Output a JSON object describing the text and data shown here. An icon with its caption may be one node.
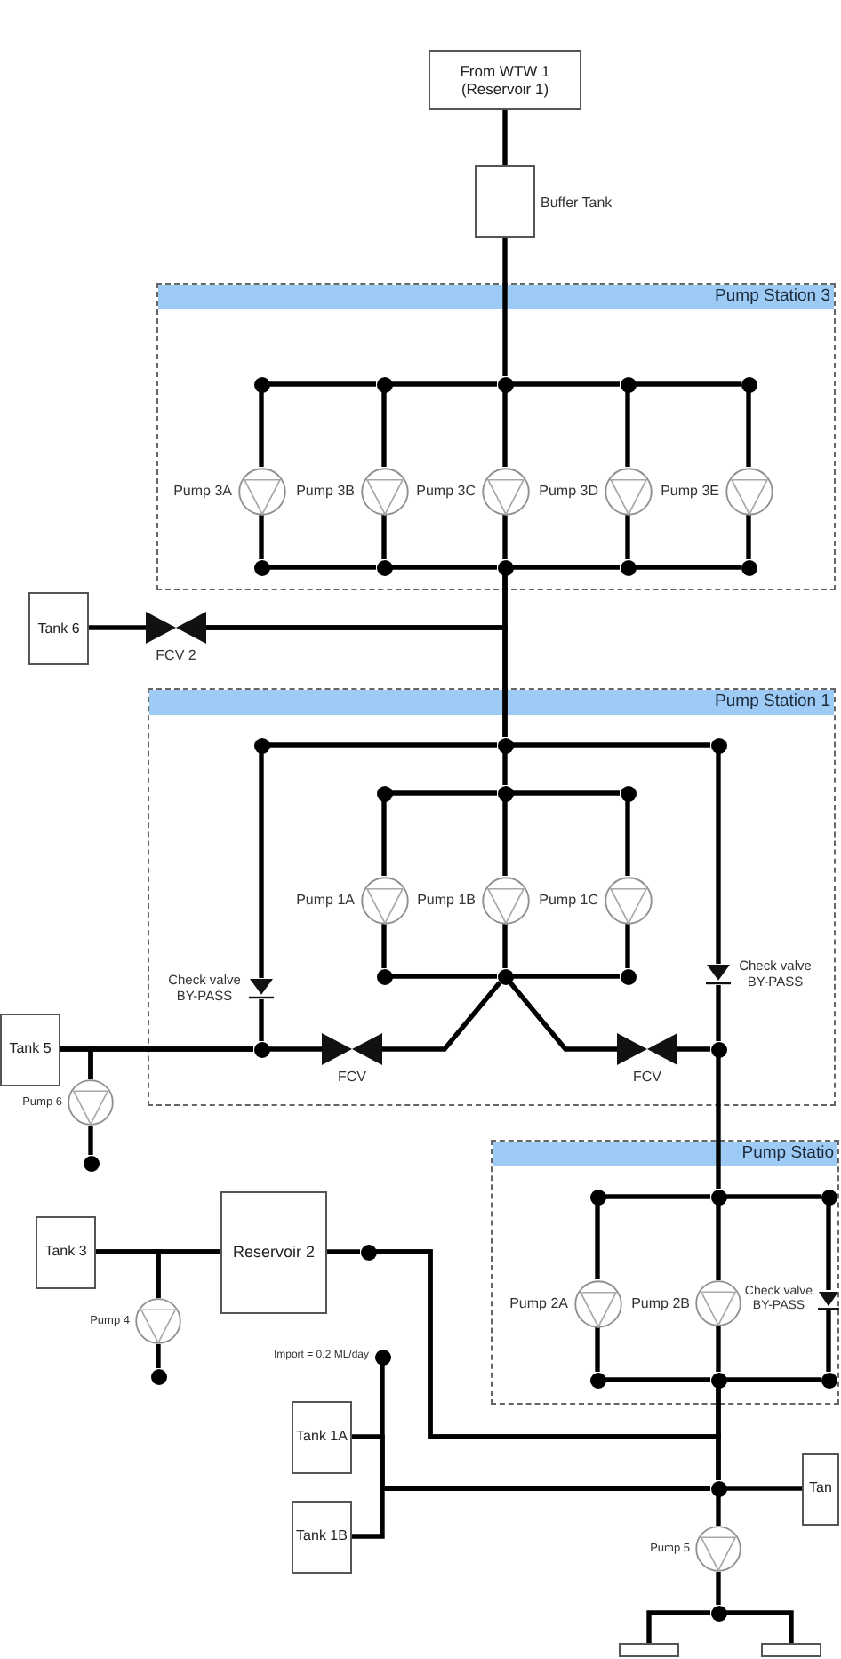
{
  "diagram": {
    "nodes": [
      {
        "text": [
          "From WTW 1 (Reservoir 1)"
        ]
      },
      {
        "text": [],
        "shape": "box",
        "beside": [
          "Buffer Tank"
        ]
      },
      {
        "text": [
          "Pump Station 3"
        ]
      },
      {
        "text": [],
        "shape": "dot",
        "in": 2
      },
      {
        "text": [],
        "shape": "dot",
        "in": 2
      },
      {
        "text": [],
        "shape": "dot",
        "in": 2
      },
      {
        "text": [],
        "shape": "dot",
        "in": 2
      },
      {
        "text": [],
        "shape": "dot",
        "in": 2
      },
      {
        "text": [],
        "shape": "circle",
        "in": 2,
        "beside": [
          "Pump 3A"
        ]
      },
      {
        "text": [],
        "shape": "circle",
        "in": 2,
        "beside": [
          "Pump 3B"
        ]
      },
      {
        "text": [],
        "shape": "circle",
        "in": 2,
        "beside": [
          "Pump 3C"
        ]
      },
      {
        "text": [],
        "shape": "circle",
        "in": 2,
        "beside": [
          "Pump 3D"
        ]
      },
      {
        "text": [],
        "shape": "circle",
        "in": 2,
        "beside": [
          "Pump 3E"
        ]
      },
      {
        "text": [],
        "shape": "dot",
        "in": 2
      },
      {
        "text": [],
        "shape": "dot",
        "in": 2
      },
      {
        "text": [],
        "shape": "dot",
        "in": 2
      },
      {
        "text": [],
        "shape": "dot",
        "in": 2
      },
      {
        "text": [],
        "shape": "dot",
        "in": 2
      },
      {
        "text": [
          "Tank 6"
        ]
      },
      {
        "text": [],
        "shape": "bowtie",
        "beside": [
          "FCV 2"
        ]
      },
      {
        "text": [
          "Pump Station 1"
        ]
      },
      {
        "text": [],
        "shape": "dot",
        "in": 20
      },
      {
        "text": [],
        "shape": "dot",
        "in": 20
      },
      {
        "text": [],
        "shape": "dot",
        "in": 20
      },
      {
        "text": [],
        "shape": "dot",
        "in": 20
      },
      {
        "text": [],
        "shape": "dot",
        "in": 20
      },
      {
        "text": [],
        "shape": "dot",
        "in": 20
      },
      {
        "text": [],
        "shape": "circle",
        "in": 20,
        "beside": [
          "Pump 1A"
        ]
      },
      {
        "text": [],
        "shape": "circle",
        "in": 20,
        "beside": [
          "Pump 1B"
        ]
      },
      {
        "text": [],
        "shape": "circle",
        "in": 20,
        "beside": [
          "Pump 1C"
        ]
      },
      {
        "text": [],
        "shape": "dot",
        "in": 20
      },
      {
        "text": [],
        "shape": "dot",
        "in": 20
      },
      {
        "text": [],
        "shape": "dot",
        "in": 20
      },
      {
        "text": [],
        "shape": "triangle",
        "in": 20,
        "beside": [
          "Check valve BY-PASS"
        ]
      },
      {
        "text": [],
        "shape": "triangle",
        "in": 20,
        "beside": [
          "Check valve BY-PASS"
        ]
      },
      {
        "text": [
          "Tank 5"
        ]
      },
      {
        "text": [],
        "shape": "dot",
        "in": 20
      },
      {
        "text": [],
        "shape": "bowtie",
        "in": 20,
        "beside": [
          "FCV"
        ]
      },
      {
        "text": [],
        "shape": "bowtie",
        "in": 20,
        "beside": [
          "FCV"
        ]
      },
      {
        "text": [],
        "shape": "dot",
        "in": 20
      },
      {
        "text": [],
        "shape": "circle",
        "beside": [
          "Pump 6"
        ]
      },
      {
        "text": [],
        "shape": "dot"
      },
      {
        "text": [
          "Pump Statio"
        ]
      },
      {
        "text": [],
        "shape": "dot",
        "in": 42
      },
      {
        "text": [],
        "shape": "dot",
        "in": 42
      },
      {
        "text": [],
        "shape": "dot",
        "in": 42
      },
      {
        "text": [
          "Tank 3"
        ]
      },
      {
        "text": [
          "Reservoir 2"
        ]
      },
      {
        "text": [],
        "shape": "dot"
      },
      {
        "text": [],
        "shape": "circle",
        "in": 42,
        "beside": [
          "Pump 2A"
        ]
      },
      {
        "text": [],
        "shape": "circle",
        "in": 42,
        "beside": [
          "Pump 2B"
        ]
      },
      {
        "text": [],
        "shape": "triangle",
        "in": 42,
        "beside": [
          "Check valve BY-PASS"
        ]
      },
      {
        "text": [],
        "shape": "circle",
        "beside": [
          "Pump 4"
        ]
      },
      {
        "text": [],
        "shape": "dot",
        "beside": [
          "Import = 0.2 ML/day"
        ]
      },
      {
        "text": [],
        "shape": "dot"
      },
      {
        "text": [],
        "shape": "dot",
        "in": 42
      },
      {
        "text": [],
        "shape": "dot",
        "in": 42
      },
      {
        "text": [],
        "shape": "dot",
        "in": 42
      },
      {
        "text": [
          "Tank 1A"
        ]
      },
      {
        "text": [
          "Tan"
        ]
      },
      {
        "text": [],
        "shape": "dot"
      },
      {
        "text": [
          "Tank 1B"
        ]
      },
      {
        "text": [],
        "shape": "circle",
        "beside": [
          "Pump 5"
        ]
      },
      {
        "text": [],
        "shape": "dot"
      },
      {
        "text": [],
        "shape": "box"
      },
      {
        "text": [],
        "shape": "box"
      }
    ],
    "edges": [
      {
        "from": 0,
        "to": 1,
        "arrow": "none"
      },
      {
        "from": 1,
        "to": 5,
        "arrow": "none"
      },
      {
        "from": 3,
        "to": 4,
        "arrow": "none"
      },
      {
        "from": 4,
        "to": 5,
        "arrow": "none"
      },
      {
        "from": 5,
        "to": 6,
        "arrow": "none"
      },
      {
        "from": 6,
        "to": 7,
        "arrow": "none"
      },
      {
        "from": 3,
        "to": 8,
        "arrow": "none"
      },
      {
        "from": 4,
        "to": 9,
        "arrow": "none"
      },
      {
        "from": 5,
        "to": 10,
        "arrow": "none"
      },
      {
        "from": 6,
        "to": 11,
        "arrow": "none"
      },
      {
        "from": 7,
        "to": 12,
        "arrow": "none"
      },
      {
        "from": 8,
        "to": 13,
        "arrow": "none"
      },
      {
        "from": 9,
        "to": 14,
        "arrow": "none"
      },
      {
        "from": 10,
        "to": 15,
        "arrow": "none"
      },
      {
        "from": 11,
        "to": 16,
        "arrow": "none"
      },
      {
        "from": 12,
        "to": 17,
        "arrow": "none"
      },
      {
        "from": 13,
        "to": 14,
        "arrow": "none"
      },
      {
        "from": 14,
        "to": 15,
        "arrow": "none"
      },
      {
        "from": 15,
        "to": 16,
        "arrow": "none"
      },
      {
        "from": 16,
        "to": 17,
        "arrow": "none"
      },
      {
        "from": 15,
        "to": 22,
        "arrow": "none"
      },
      {
        "from": 18,
        "to": 19,
        "arrow": "none"
      },
      {
        "from": 19,
        "to": 15,
        "arrow": "none"
      },
      {
        "from": 19,
        "to": 22,
        "arrow": "none"
      },
      {
        "from": 21,
        "to": 22,
        "arrow": "none"
      },
      {
        "from": 22,
        "to": 23,
        "arrow": "none"
      },
      {
        "from": 22,
        "to": 25,
        "arrow": "none"
      },
      {
        "from": 24,
        "to": 25,
        "arrow": "none"
      },
      {
        "from": 25,
        "to": 26,
        "arrow": "none"
      },
      {
        "from": 24,
        "to": 27,
        "arrow": "none"
      },
      {
        "from": 25,
        "to": 28,
        "arrow": "none"
      },
      {
        "from": 26,
        "to": 29,
        "arrow": "none"
      },
      {
        "from": 27,
        "to": 30,
        "arrow": "none"
      },
      {
        "from": 28,
        "to": 31,
        "arrow": "none"
      },
      {
        "from": 29,
        "to": 32,
        "arrow": "none"
      },
      {
        "from": 30,
        "to": 31,
        "arrow": "none"
      },
      {
        "from": 31,
        "to": 32,
        "arrow": "none"
      },
      {
        "from": 21,
        "to": 33,
        "arrow": "none"
      },
      {
        "from": 33,
        "to": 36,
        "arrow": "none"
      },
      {
        "from": 23,
        "to": 34,
        "arrow": "none"
      },
      {
        "from": 34,
        "to": 39,
        "arrow": "none"
      },
      {
        "from": 31,
        "to": 37,
        "arrow": "none"
      },
      {
        "from": 31,
        "to": 38,
        "arrow": "none"
      },
      {
        "from": 36,
        "to": 37,
        "arrow": "none"
      },
      {
        "from": 38,
        "to": 39,
        "arrow": "none"
      },
      {
        "from": 35,
        "to": 36,
        "arrow": "none"
      },
      {
        "from": 40,
        "to": 35,
        "arrow": "none"
      },
      {
        "from": 40,
        "to": 36,
        "arrow": "none"
      },
      {
        "from": 40,
        "to": 41,
        "arrow": "none"
      },
      {
        "from": 39,
        "to": 44,
        "arrow": "none"
      },
      {
        "from": 43,
        "to": 44,
        "arrow": "none"
      },
      {
        "from": 44,
        "to": 45,
        "arrow": "none"
      },
      {
        "from": 43,
        "to": 49,
        "arrow": "none"
      },
      {
        "from": 44,
        "to": 50,
        "arrow": "none"
      },
      {
        "from": 45,
        "to": 51,
        "arrow": "none"
      },
      {
        "from": 49,
        "to": 55,
        "arrow": "none"
      },
      {
        "from": 50,
        "to": 56,
        "arrow": "none"
      },
      {
        "from": 51,
        "to": 57,
        "arrow": "none"
      },
      {
        "from": 55,
        "to": 56,
        "arrow": "none"
      },
      {
        "from": 56,
        "to": 57,
        "arrow": "none"
      },
      {
        "from": 46,
        "to": 47,
        "arrow": "none"
      },
      {
        "from": 52,
        "to": 46,
        "arrow": "none"
      },
      {
        "from": 52,
        "to": 47,
        "arrow": "none"
      },
      {
        "from": 52,
        "to": 54,
        "arrow": "none"
      },
      {
        "from": 47,
        "to": 48,
        "arrow": "none"
      },
      {
        "from": 48,
        "to": 56,
        "arrow": "none"
      },
      {
        "from": 48,
        "to": 60,
        "arrow": "none"
      },
      {
        "from": 56,
        "to": 60,
        "arrow": "none"
      },
      {
        "from": 53,
        "to": 60,
        "arrow": "none"
      },
      {
        "from": 58,
        "to": 60,
        "arrow": "none"
      },
      {
        "from": 61,
        "to": 60,
        "arrow": "none"
      },
      {
        "from": 60,
        "to": 59,
        "arrow": "none"
      },
      {
        "from": 60,
        "to": 62,
        "arrow": "none"
      },
      {
        "from": 62,
        "to": 63,
        "arrow": "none"
      },
      {
        "from": 63,
        "to": 64,
        "arrow": "none"
      },
      {
        "from": 63,
        "to": 65,
        "arrow": "none"
      }
    ]
  }
}
